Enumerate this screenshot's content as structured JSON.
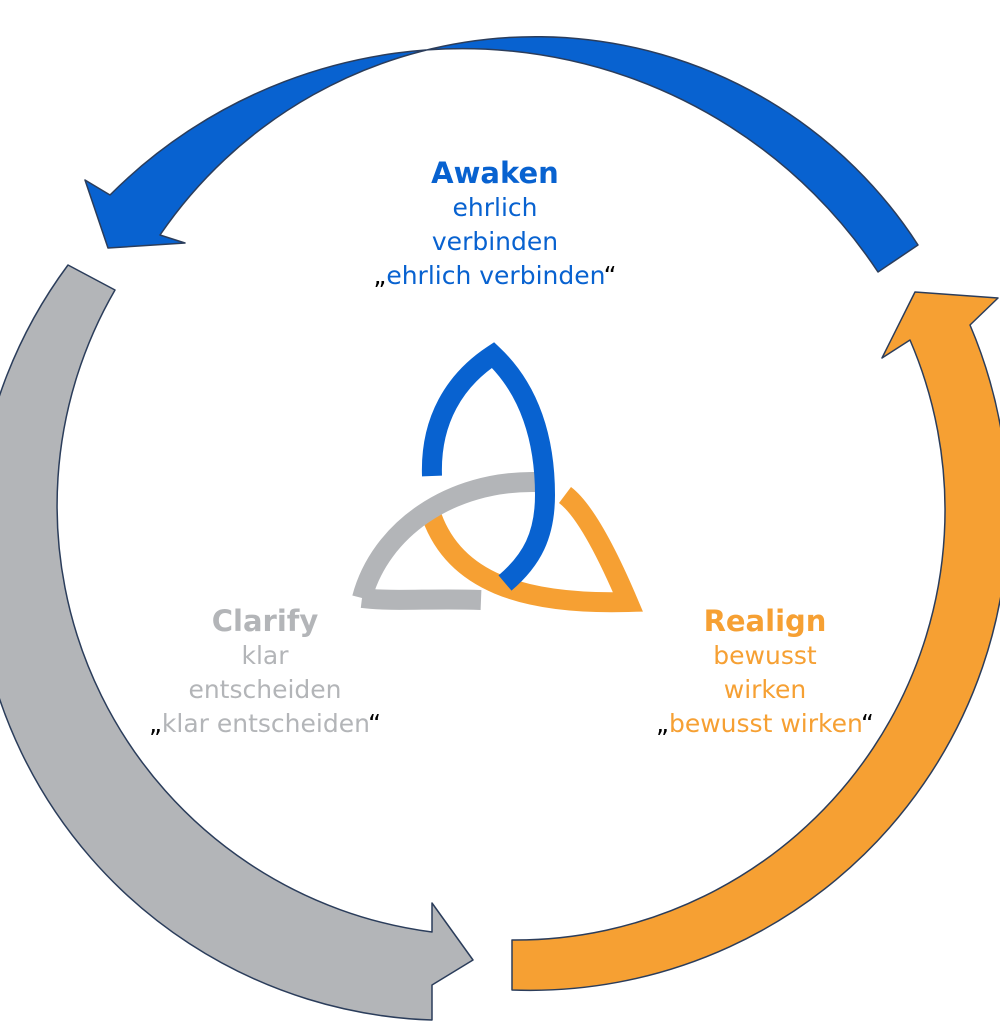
{
  "colors": {
    "blue": "#0862D0",
    "gray": "#B3B5B8",
    "orange": "#F6A033",
    "outline": "#2B3D5B",
    "quote": "#000000"
  },
  "awaken": {
    "title": "Awaken",
    "line1": "ehrlich",
    "line2": "verbinden",
    "quote_open": "„",
    "quote_text": "ehrlich verbinden",
    "quote_close": "“"
  },
  "clarify": {
    "title": "Clarify",
    "line1": "klar",
    "line2": "entscheiden",
    "quote_open": "„",
    "quote_text": "klar entscheiden",
    "quote_close": "“"
  },
  "realign": {
    "title": "Realign",
    "line1": "bewusst",
    "line2": "wirken",
    "quote_open": "„",
    "quote_text": "bewusst wirken",
    "quote_close": "“"
  },
  "icons": {
    "cycle": "circular-arrows",
    "center": "triquetra-knot"
  }
}
